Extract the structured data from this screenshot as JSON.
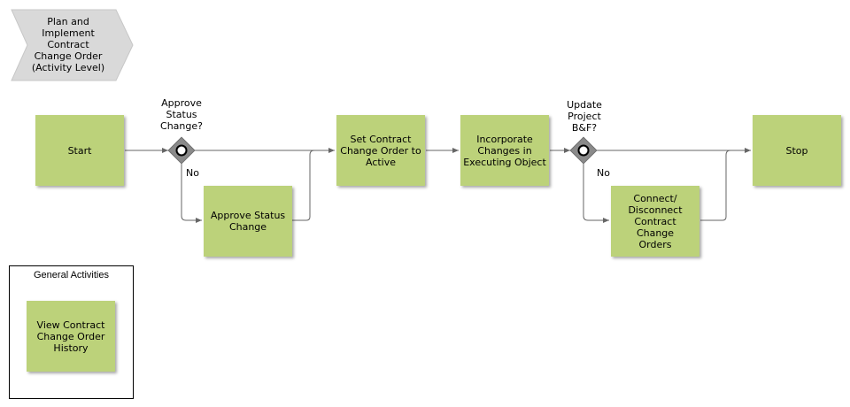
{
  "header": {
    "text": "Plan and\nImplement\nContract\nChange Order\n(Activity Level)"
  },
  "nodes": {
    "start": "Start",
    "approve_status_change": "Approve Status Change",
    "set_active": "Set Contract Change Order to Active",
    "incorporate": "Incorporate Changes in Executing Object",
    "connect": "Connect/ Disconnect Contract Change Orders",
    "stop": "Stop",
    "view_history": "View Contract Change Order History"
  },
  "gateways": {
    "approve_question": "Approve\nStatus\nChange?",
    "update_question": "Update\nProject\nB&F?",
    "no_label_1": "No",
    "no_label_2": "No"
  },
  "group": {
    "title": "General Activities"
  },
  "colors": {
    "activity_fill": "#bcd27a",
    "gateway": "#8a8a8a",
    "header_fill": "#d9d9d9",
    "connector": "#666666"
  }
}
